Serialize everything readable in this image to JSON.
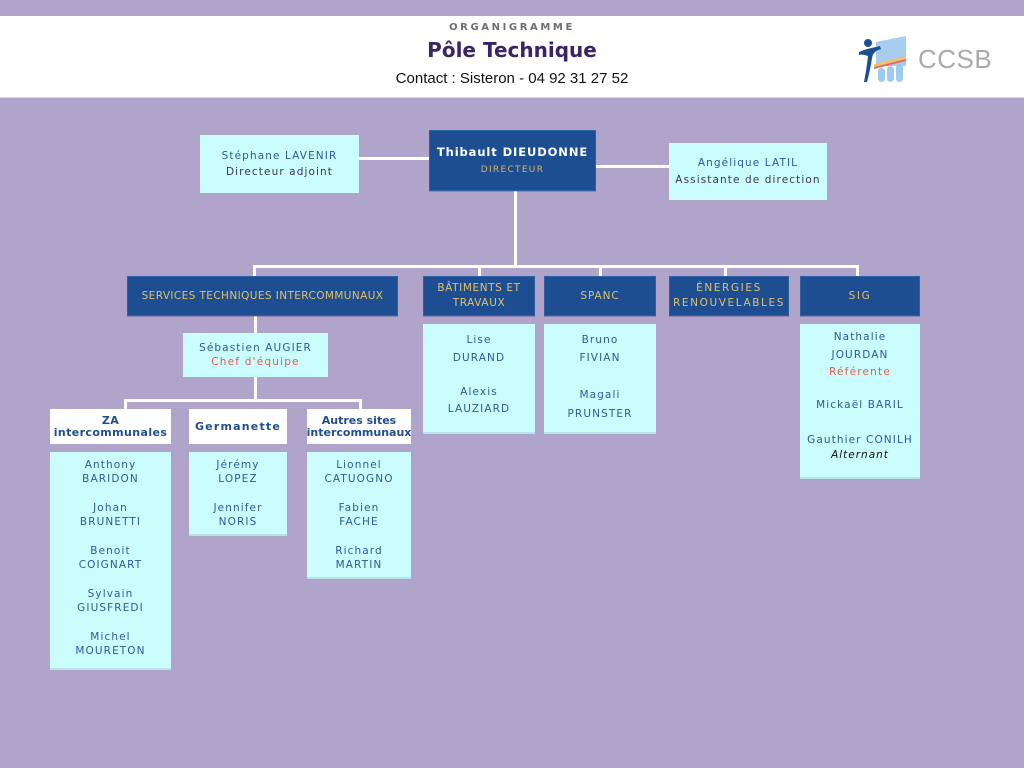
{
  "header": {
    "kicker": "ORGANIGRAMME",
    "title": "Pôle Technique",
    "contact": "Contact  : Sisteron - 04 92 31 27 52",
    "logo": {
      "icon": "ccsb-logo-icon",
      "text": "CCSB"
    }
  },
  "colors": {
    "background": "#b0a4cb",
    "header_bg": "#ffffff",
    "title": "#3a2467",
    "dark_box": "#1c4e91",
    "dark_box_text": "#e1c16b",
    "light_box": "#ccfdfd",
    "person_text": "#2d5a96",
    "role_red": "#e8584f",
    "connector": "#ffffff"
  },
  "director": {
    "name": "Thibault DIEUDONNE",
    "role": "DIRECTEUR"
  },
  "deputy": {
    "name": "Stéphane LAVENIR",
    "role": "Directeur adjoint"
  },
  "assistant": {
    "name": "Angélique LATIL",
    "role": "Assistante de direction"
  },
  "departments": [
    {
      "label": "SERVICES TECHNIQUES INTERCOMMUNAUX",
      "lead": {
        "name": "Sébastien AUGIER",
        "role": "Chef d'équipe"
      },
      "sites": [
        {
          "label_line1": "ZA",
          "label_line2": "intercommunales",
          "members": [
            {
              "first": "Anthony",
              "last": "BARIDON"
            },
            {
              "first": "Johan",
              "last": "BRUNETTI"
            },
            {
              "first": "Benoit",
              "last": "COIGNART"
            },
            {
              "first": "Sylvain",
              "last": "GIUSFREDI"
            },
            {
              "first": "Michel",
              "last": "MOURETON"
            }
          ]
        },
        {
          "label_line1": "Germanette",
          "label_line2": "",
          "members": [
            {
              "first": "Jérémy",
              "last": "LOPEZ"
            },
            {
              "first": "Jennifer",
              "last": "NORIS"
            }
          ]
        },
        {
          "label_line1": "Autres sites",
          "label_line2": "intercommunaux",
          "members": [
            {
              "first": "Lionnel",
              "last": "CATUOGNO"
            },
            {
              "first": "Fabien",
              "last": "FACHE"
            },
            {
              "first": "Richard",
              "last": "MARTIN"
            }
          ]
        }
      ]
    },
    {
      "label_line1": "BÂTIMENTS ET",
      "label_line2": "TRAVAUX",
      "members": [
        {
          "first": "Lise",
          "last": "DURAND"
        },
        {
          "first": "Alexis",
          "last": "LAUZIARD"
        }
      ]
    },
    {
      "label_line1": "SPANC",
      "label_line2": "",
      "members": [
        {
          "first": "Bruno",
          "last": "FIVIAN"
        },
        {
          "first": "Magali",
          "last": "PRUNSTER"
        }
      ]
    },
    {
      "label_line1": "ÉNERGIES",
      "label_line2": "RENOUVELABLES",
      "members": []
    },
    {
      "label_line1": "SIG",
      "label_line2": "",
      "members": [
        {
          "first": "Nathalie",
          "last": "JOURDAN",
          "role": "Référente"
        },
        {
          "full": "Mickaël BARIL"
        },
        {
          "full": "Gauthier CONILH",
          "role": "Alternant"
        }
      ]
    }
  ]
}
